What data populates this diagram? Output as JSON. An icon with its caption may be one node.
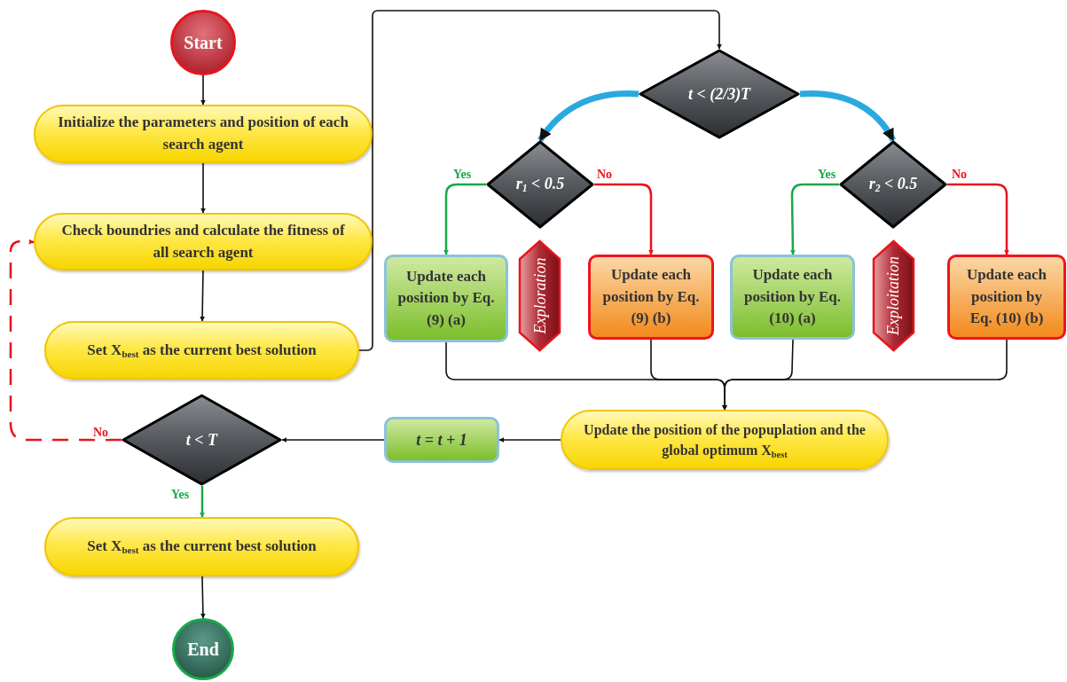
{
  "diagram": {
    "nodes": [
      {
        "text": [
          "Start"
        ]
      },
      {
        "text": [
          "Initialize the parameters and position of each search agent"
        ]
      },
      {
        "text": [
          "Check boundries and calculate the fitness of all search agent"
        ]
      },
      {
        "text": [
          "Set X$_{best}$ as the current best solution"
        ]
      },
      {
        "text": [
          "t < (2/3)T"
        ]
      },
      {
        "text": [
          "r$_{1}$ < 0.5"
        ]
      },
      {
        "text": [
          "r$_{2}$ < 0.5"
        ]
      },
      {
        "text": [
          "Update each position by Eq. (9) (a)"
        ]
      },
      {
        "text": [
          "Exploration"
        ]
      },
      {
        "text": [
          "Update each position by Eq. (9) (b)"
        ]
      },
      {
        "text": [
          "Update each position by Eq. (10) (a)"
        ]
      },
      {
        "text": [
          "Exploitation"
        ]
      },
      {
        "text": [
          "Update each position by Eq. (10) (b)"
        ]
      },
      {
        "text": [
          "Update the position of the popuplation and the global optimum X$_{best}$"
        ]
      },
      {
        "text": [
          "t = t + 1"
        ]
      },
      {
        "text": [
          "t < T"
        ]
      },
      {
        "text": [
          "Set X$_{best}$ as the current best solution"
        ]
      },
      {
        "text": [
          "End"
        ]
      }
    ],
    "edges": [
      {
        "from": 0,
        "to": 1,
        "arrow": "to"
      },
      {
        "from": 1,
        "to": 2,
        "arrow": "to"
      },
      {
        "from": 2,
        "to": 3,
        "arrow": "to"
      },
      {
        "from": 3,
        "to": 4,
        "arrow": "to"
      },
      {
        "from": 4,
        "to": 5,
        "arrow": "to",
        "style": "thick",
        "color": "#29a9e0"
      },
      {
        "from": 4,
        "to": 6,
        "arrow": "to",
        "style": "thick",
        "color": "#29a9e0"
      },
      {
        "from": 5,
        "to": 7,
        "arrow": "to",
        "label": "Yes",
        "color": "#1aa84a"
      },
      {
        "from": 5,
        "to": 9,
        "arrow": "to",
        "label": "No",
        "color": "#e8141c"
      },
      {
        "from": 6,
        "to": 10,
        "arrow": "to",
        "label": "Yes",
        "color": "#1aa84a"
      },
      {
        "from": 6,
        "to": 12,
        "arrow": "to",
        "label": "No",
        "color": "#e8141c"
      },
      {
        "from": 7,
        "to": 13,
        "arrow": "to"
      },
      {
        "from": 9,
        "to": 13,
        "arrow": "to"
      },
      {
        "from": 10,
        "to": 13,
        "arrow": "to"
      },
      {
        "from": 12,
        "to": 13,
        "arrow": "to"
      },
      {
        "from": 13,
        "to": 14,
        "arrow": "to"
      },
      {
        "from": 14,
        "to": 15,
        "arrow": "to"
      },
      {
        "from": 15,
        "to": 16,
        "arrow": "to",
        "label": "Yes",
        "color": "#1aa84a"
      },
      {
        "from": 15,
        "to": 2,
        "arrow": "to",
        "label": "No",
        "style": "dashed",
        "color": "#e8141c"
      },
      {
        "from": 16,
        "to": 17,
        "arrow": "to"
      }
    ]
  }
}
